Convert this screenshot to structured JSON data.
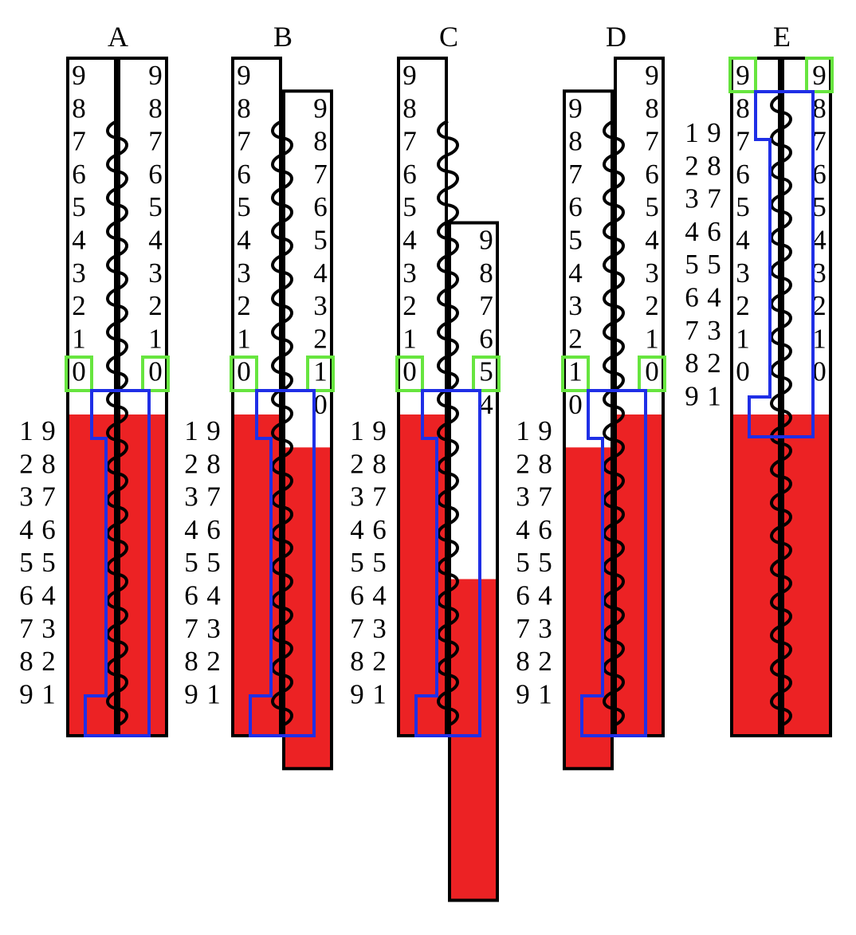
{
  "colors": {
    "red": "#ec2224",
    "outline": "#000000",
    "selection": "#67e53f",
    "path": "#1f2fe6",
    "background": "#ffffff"
  },
  "digits_desc": [
    "9",
    "8",
    "7",
    "6",
    "5",
    "4",
    "3",
    "2",
    "1",
    "0"
  ],
  "left_scale_black": [
    "9",
    "8",
    "7",
    "6",
    "5",
    "4",
    "3",
    "2",
    "1"
  ],
  "left_scale_red": [
    "1",
    "2",
    "3",
    "4",
    "5",
    "6",
    "7",
    "8",
    "9"
  ],
  "panels": [
    {
      "label": "A",
      "left_shift": 0,
      "right_shift": 0,
      "left_selected": "0",
      "right_selected": "0"
    },
    {
      "label": "B",
      "left_shift": 0,
      "right_shift": 1,
      "left_selected": "0",
      "right_selected": "1"
    },
    {
      "label": "C",
      "left_shift": 0,
      "right_shift": 5,
      "left_selected": "0",
      "right_selected": "5"
    },
    {
      "label": "D",
      "left_shift": 1,
      "right_shift": 0,
      "left_selected": "1",
      "right_selected": "0"
    },
    {
      "label": "E",
      "left_shift": -9,
      "right_shift": -9,
      "left_selected": "9",
      "right_selected": "9"
    }
  ]
}
